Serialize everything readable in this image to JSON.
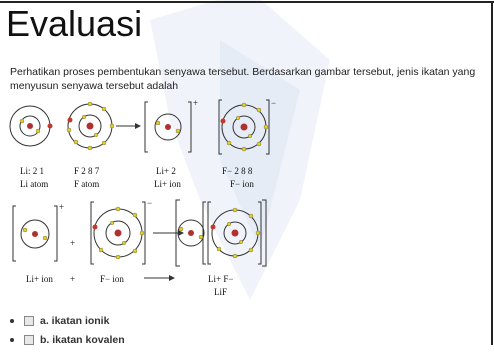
{
  "page": {
    "title": "Evaluasi",
    "question": "Perhatikan proses pembentukan senyawa tersebut. Berdasarkan gambar tersebut, jenis ikatan yang menyusun senyawa tersebut adalah"
  },
  "diagram": {
    "row1": {
      "li_config": "Li: 2 1",
      "li_name": "Li atom",
      "f_config": "F  2 8 7",
      "f_name": "F atom",
      "li_ion_config": "Li+  2",
      "li_ion_name": "Li+ ion",
      "f_ion_config": "F−  2 8 8",
      "f_ion_name": "F− ion"
    },
    "row2": {
      "li_ion_name": "Li+ ion",
      "plus": "+",
      "f_ion_name": "F− ion",
      "product_ions": "Li+ F−",
      "product_formula": "LiF"
    }
  },
  "options": [
    {
      "label": "a. ikatan ionik"
    },
    {
      "label": "b. ikatan kovalen"
    }
  ],
  "colors": {
    "electron_yellow": "#e6d21e",
    "electron_red": "#c0392b",
    "nucleus": "#b03030",
    "watermark": "#dfe8f5"
  }
}
